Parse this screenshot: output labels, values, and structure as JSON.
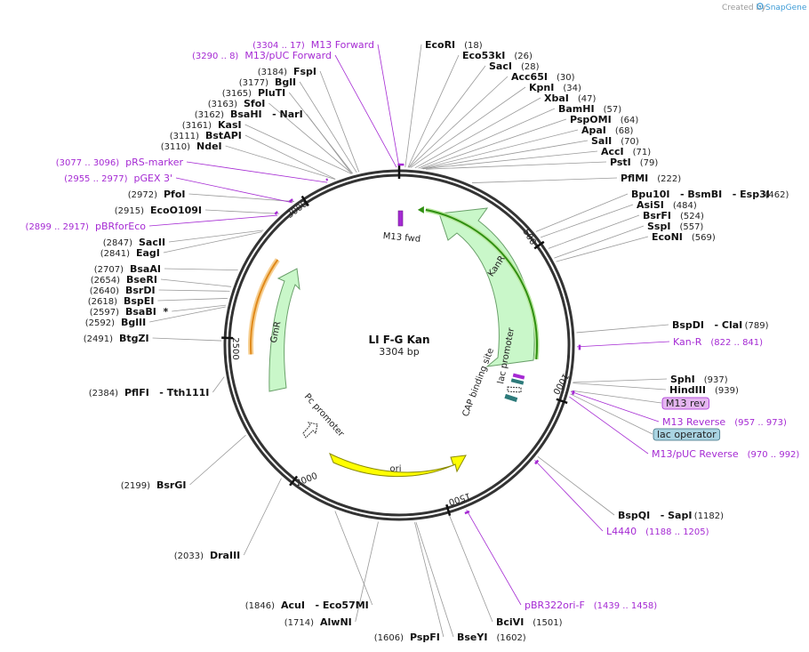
{
  "header": {
    "credit_text": "Created by",
    "brand": "SnapGene"
  },
  "map": {
    "name": "LI F-G Kan",
    "length_label": "3304 bp",
    "ticks": [
      "500",
      "1000",
      "1500",
      "2000",
      "2500",
      "3000"
    ]
  },
  "sites": [
    {
      "name": "EcoRI",
      "pos": "(18)"
    },
    {
      "name": "Eco53kI",
      "pos": "(26)"
    },
    {
      "name": "SacI",
      "pos": "(28)"
    },
    {
      "name": "Acc65I",
      "pos": "(30)"
    },
    {
      "name": "KpnI",
      "pos": "(34)"
    },
    {
      "name": "XbaI",
      "pos": "(47)"
    },
    {
      "name": "BamHI",
      "pos": "(57)"
    },
    {
      "name": "PspOMI",
      "pos": "(64)"
    },
    {
      "name": "ApaI",
      "pos": "(68)"
    },
    {
      "name": "SalI",
      "pos": "(70)"
    },
    {
      "name": "AccI",
      "pos": "(71)"
    },
    {
      "name": "PstI",
      "pos": "(79)"
    },
    {
      "name": "PflMI",
      "pos": "(222)"
    },
    {
      "name": "Bpu10I   - BsmBI   - Esp3I",
      "pos": "(462)"
    },
    {
      "name": "AsiSI",
      "pos": "(484)"
    },
    {
      "name": "BsrFI",
      "pos": "(524)"
    },
    {
      "name": "SspI",
      "pos": "(557)"
    },
    {
      "name": "EcoNI",
      "pos": "(569)"
    },
    {
      "name": "BspDI   - ClaI",
      "pos": "(789)"
    },
    {
      "name": "SphI",
      "pos": "(937)"
    },
    {
      "name": "HindIII",
      "pos": "(939)"
    },
    {
      "name": "BspQI   - SapI",
      "pos": "(1182)"
    },
    {
      "name": "BciVI",
      "pos": "(1501)"
    },
    {
      "name": "BseYI",
      "pos": "(1602)"
    },
    {
      "name": "PspFI",
      "pos": "(1606)"
    },
    {
      "name": "AlwNI",
      "pos": "(1714)"
    },
    {
      "name": "AcuI   - Eco57MI",
      "pos": "(1846)"
    },
    {
      "name": "DraIII",
      "pos": "(2033)"
    },
    {
      "name": "BsrGI",
      "pos": "(2199)"
    },
    {
      "name": "PflFI   - Tth111I",
      "pos": "(2384)"
    },
    {
      "name": "BtgZI",
      "pos": "(2491)"
    },
    {
      "name": "BglII",
      "pos": "(2592)"
    },
    {
      "name": "BsaBI  *",
      "pos": "(2597)"
    },
    {
      "name": "BspEI",
      "pos": "(2618)"
    },
    {
      "name": "BsrDI",
      "pos": "(2640)"
    },
    {
      "name": "BseRI",
      "pos": "(2654)"
    },
    {
      "name": "BsaAI",
      "pos": "(2707)"
    },
    {
      "name": "EagI",
      "pos": "(2841)"
    },
    {
      "name": "SacII",
      "pos": "(2847)"
    },
    {
      "name": "EcoO109I",
      "pos": "(2915)"
    },
    {
      "name": "PfoI",
      "pos": "(2972)"
    },
    {
      "name": "NdeI",
      "pos": "(3110)"
    },
    {
      "name": "BstAPI",
      "pos": "(3111)"
    },
    {
      "name": "KasI",
      "pos": "(3161)"
    },
    {
      "name": "BsaHI   - NarI",
      "pos": "(3162)"
    },
    {
      "name": "SfoI",
      "pos": "(3163)"
    },
    {
      "name": "PluTI",
      "pos": "(3165)"
    },
    {
      "name": "BglI",
      "pos": "(3177)"
    },
    {
      "name": "FspI",
      "pos": "(3184)"
    }
  ],
  "primers": [
    {
      "name": "M13 Forward",
      "pos": "(3304 .. 17)"
    },
    {
      "name": "M13/pUC Forward",
      "pos": "(3290 .. 8)"
    },
    {
      "name": "pRS-marker",
      "pos": "(3077 .. 3096)"
    },
    {
      "name": "pGEX 3'",
      "pos": "(2955 .. 2977)"
    },
    {
      "name": "pBRforEco",
      "pos": "(2899 .. 2917)"
    },
    {
      "name": "Kan-R",
      "pos": "(822 .. 841)"
    },
    {
      "name": "M13 Reverse",
      "pos": "(957 .. 973)"
    },
    {
      "name": "M13/pUC Reverse",
      "pos": "(970 .. 992)"
    },
    {
      "name": "L4440",
      "pos": "(1188 .. 1205)"
    },
    {
      "name": "pBR322ori-F",
      "pos": "(1439 .. 1458)"
    }
  ],
  "boxed_features": [
    {
      "name": "M13 rev",
      "fill": "#e5b6f0",
      "stroke": "#a52ad3"
    },
    {
      "name": "lac operator",
      "fill": "#a9d4e2",
      "stroke": "#3b6f80"
    }
  ],
  "features": {
    "kanr": "KanR",
    "gmr": "GmR",
    "ori": "ori",
    "m13_fwd": "M13 fwd",
    "lac_promoter": "lac promoter",
    "cap_site": "CAP binding site",
    "pc_promoter": "Pc promoter"
  },
  "colors": {
    "backbone": "#333333",
    "kanr_fill": "#c9f7c9",
    "kanr_outline": "#6aa06a",
    "orf_green": "#2f8f10",
    "orf_orange": "#e08a1c",
    "ori_fill": "#ffff00",
    "primer": "#a52ad3",
    "brand_green": "#3c9bd6"
  }
}
